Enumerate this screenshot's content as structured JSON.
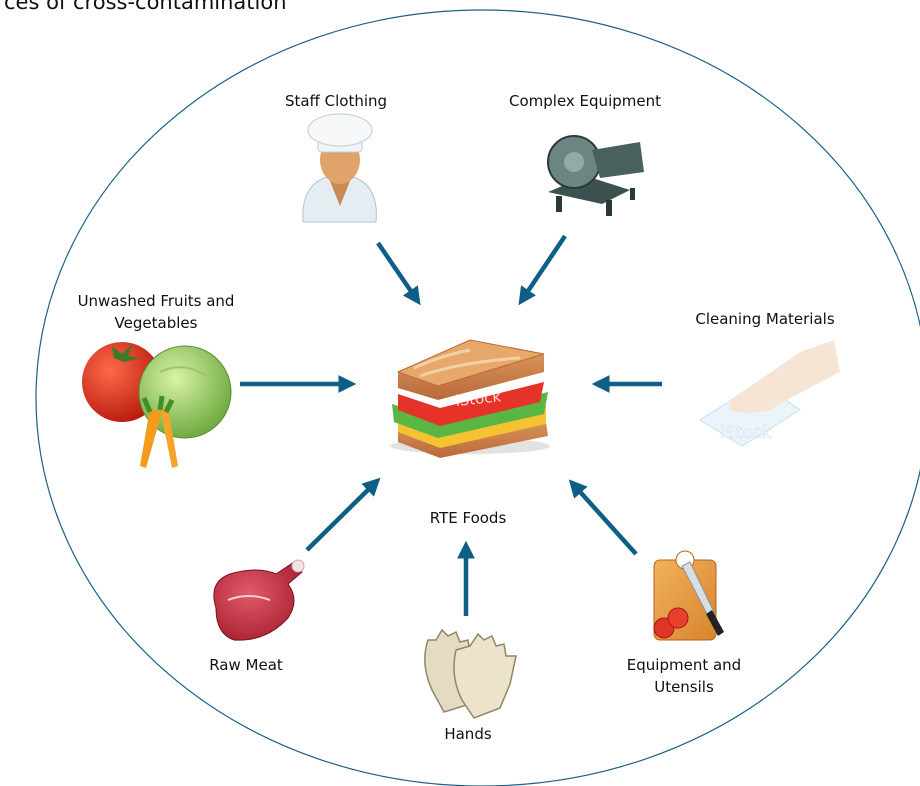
{
  "title": "ces of cross-contamination",
  "center_label": "RTE Foods",
  "sources": {
    "staff_clothing": "Staff Clothing",
    "complex_equipment": "Complex Equipment",
    "unwashed_line1": "Unwashed Fruits and",
    "unwashed_line2": "Vegetables",
    "cleaning_materials": "Cleaning Materials",
    "raw_meat": "Raw Meat",
    "hands": "Hands",
    "equipment_line1": "Equipment and",
    "equipment_line2": "Utensils"
  },
  "watermark": "iStock",
  "colors": {
    "arrow": "#0e5e86",
    "ellipse": "#1f5f86"
  }
}
